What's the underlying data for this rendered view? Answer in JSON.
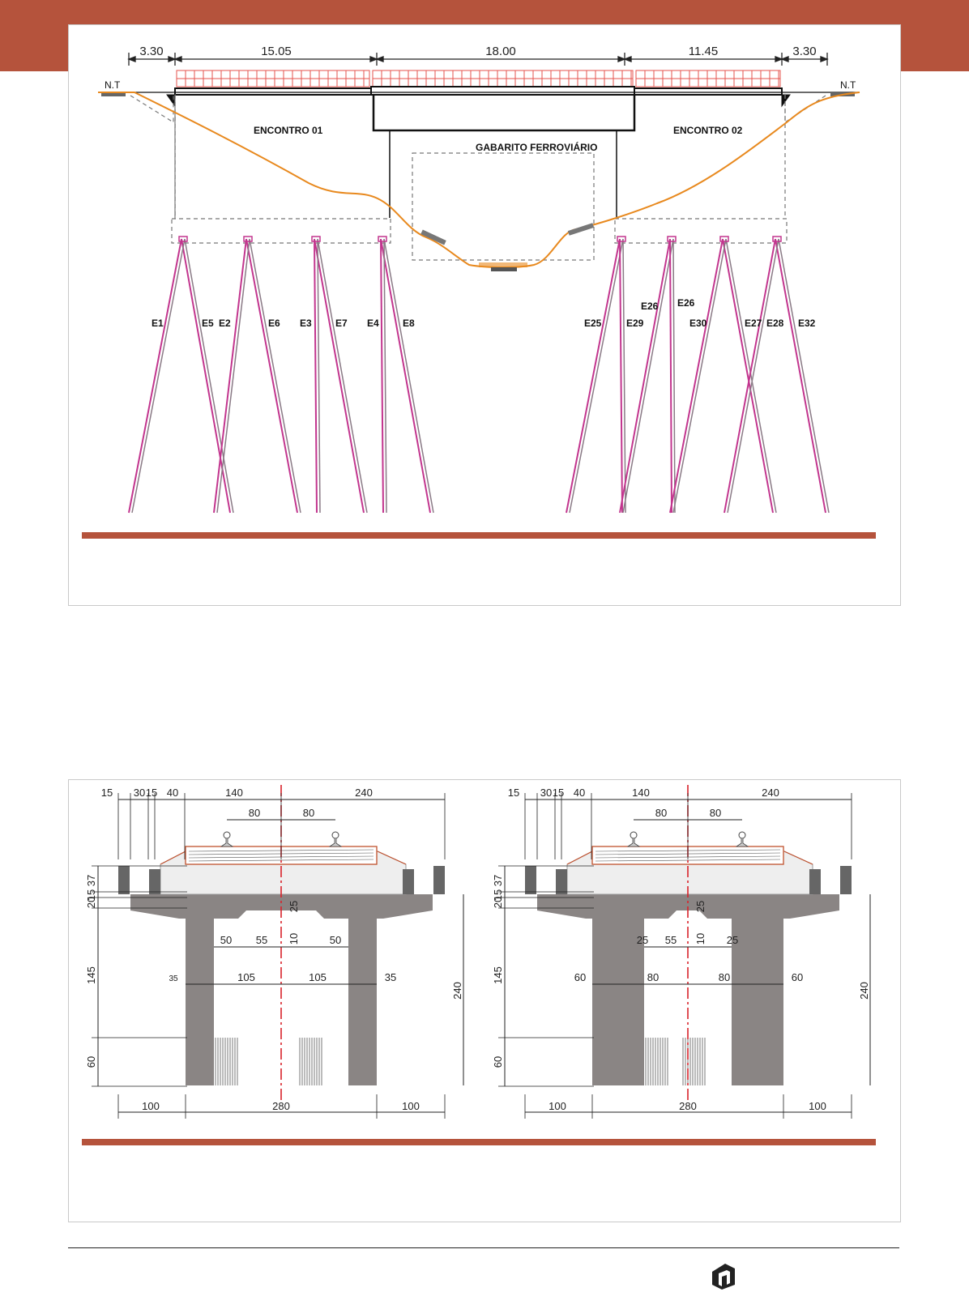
{
  "colors": {
    "header": "#b5533c",
    "terrain": "#e8891e",
    "pile_pink": "#c2358e",
    "deck_red": "#e6534d",
    "dim_line": "#222222",
    "axis_red": "#d9222a",
    "concrete": "#8a8584"
  },
  "elevation": {
    "spans": [
      "3.30",
      "15.05",
      "18.00",
      "11.45",
      "3.30"
    ],
    "nt_left": "N.T",
    "nt_right": "N.T",
    "abutment1": "ENCONTRO 01",
    "abutment2": "ENCONTRO 02",
    "clearance": "GABARITO FERROVIÁRIO",
    "piles_left": [
      "E1",
      "E5",
      "E2",
      "E6",
      "E3",
      "E7",
      "E4",
      "E8"
    ],
    "piles_right": [
      "E25",
      "E29",
      "E26",
      "E26",
      "E30",
      "E27",
      "E28",
      "E32"
    ]
  },
  "section_a": {
    "top_dims": [
      "15",
      "30",
      "15",
      "40",
      "140",
      "240"
    ],
    "rail_dims": [
      "80",
      "80"
    ],
    "left_dims": [
      "37",
      "15",
      "20",
      "145",
      "60"
    ],
    "right_dim": "240",
    "mid_dims": [
      "25",
      "10"
    ],
    "haunch_dims": [
      "50",
      "55",
      "50"
    ],
    "inner_dims": [
      "35",
      "105",
      "105",
      "35"
    ],
    "bottom_dims": [
      "100",
      "280",
      "100"
    ]
  },
  "section_b": {
    "top_dims": [
      "15",
      "30",
      "15",
      "40",
      "140",
      "240"
    ],
    "rail_dims": [
      "80",
      "80"
    ],
    "left_dims": [
      "37",
      "15",
      "20",
      "145",
      "60"
    ],
    "right_dim": "240",
    "mid_dims": [
      "25",
      "10"
    ],
    "haunch_dims": [
      "25",
      "55",
      "25"
    ],
    "inner_dims": [
      "60",
      "80",
      "80",
      "60"
    ],
    "bottom_dims": [
      "100",
      "280",
      "100"
    ]
  }
}
